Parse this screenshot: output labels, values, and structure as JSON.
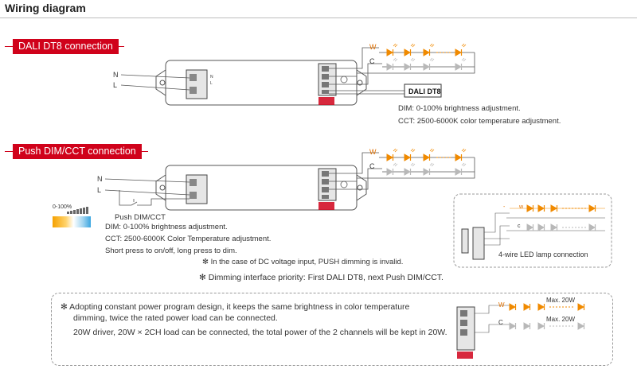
{
  "title": "Wiring diagram",
  "section1": {
    "badge": "DALI DT8 connection",
    "n_label": "N",
    "l_label": "L",
    "w_label": "W",
    "c_label": "C",
    "dali_box": "DALI DT8",
    "dim_text": "DIM: 0-100% brightness adjustment.",
    "cct_text": "CCT: 2500-6000K color temperature adjustment."
  },
  "section2": {
    "badge": "Push DIM/CCT connection",
    "n_label": "N",
    "l_label": "L",
    "w_label": "W",
    "c_label": "C",
    "scale_label": "0-100%",
    "push_label": "Push DIM/CCT",
    "dim_text": "DIM: 0-100% brightness adjustment.",
    "cct_text": "CCT: 2500-6000K Color Temperature adjustment.",
    "press_text": "Short press to on/off, long press to dim.",
    "note1": "✻ In the case of DC voltage input, PUSH dimming is invalid.",
    "note2": "✻ Dimming interface priority: First DALI DT8, next Push DIM/CCT.",
    "lamp_caption": "4-wire LED lamp connection"
  },
  "notes": {
    "line1": "✻ Adopting constant power program design, it keeps the same brightness in color temperature",
    "line2": "dimming, twice the rated power load can be connected.",
    "line3": "20W driver, 20W × 2CH load can be connected, the total power of the 2 channels will be kept in 20W.",
    "max_w": "Max. 20W",
    "max_c": "Max. 20W",
    "w_label": "W",
    "c_label": "C"
  },
  "colors": {
    "accent": "#d0021b",
    "warm_led": "#f08a00",
    "cool_led": "#b8b8b8"
  }
}
